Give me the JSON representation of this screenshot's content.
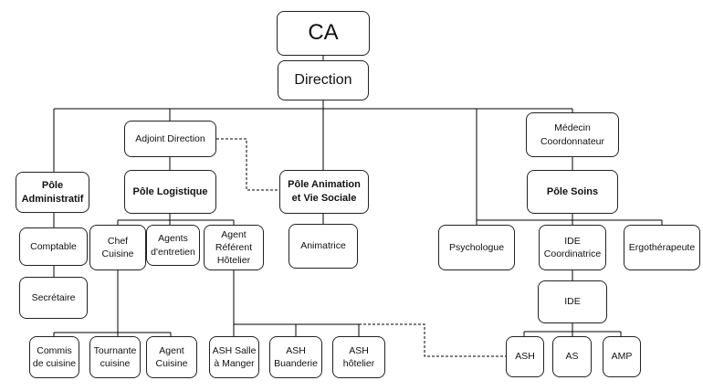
{
  "nodes": {
    "ca": "CA",
    "direction": "Direction",
    "adjoint_direction": "Adjoint Direction",
    "pole_administratif": "Pôle\nAdministratif",
    "pole_logistique": "Pôle Logistique",
    "pole_animation": "Pôle Animation\net Vie Sociale",
    "medecin_coordonnateur": "Médecin\nCoordonnateur",
    "pole_soins": "Pôle Soins",
    "comptable": "Comptable",
    "secretaire": "Secrétaire",
    "chef_cuisine": "Chef\nCuisine",
    "agents_entretien": "Agents\nd'entretien",
    "agent_referent_hotelier": "Agent\nRéférent\nHôtelier",
    "animatrice": "Animatrice",
    "psychologue": "Psychologue",
    "ide_coordinatrice": "IDE\nCoordinatrice",
    "ergotherapeute": "Ergothérapeute",
    "ide": "IDE",
    "commis_de_cuisine": "Commis\nde cuisine",
    "tournante_cuisine": "Tournante\ncuisine",
    "agent_cuisine": "Agent\nCuisine",
    "ash_salle_a_manger": "ASH Salle\nà Manger",
    "ash_buanderie": "ASH\nBuanderie",
    "ash_hotelier": "ASH\nhôtelier",
    "ash": "ASH",
    "as": "AS",
    "amp": "AMP"
  }
}
